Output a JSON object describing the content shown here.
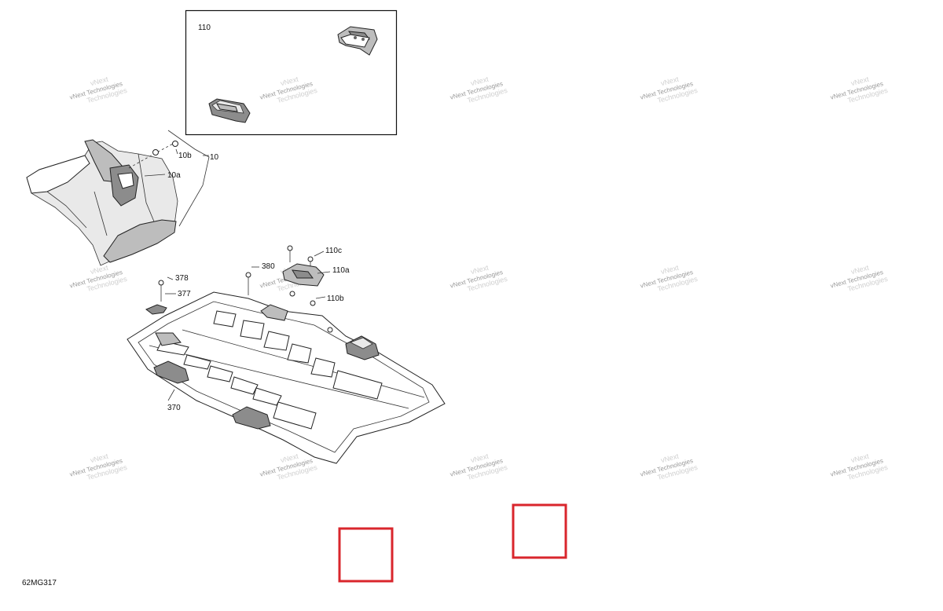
{
  "diagram": {
    "inset_label": "110",
    "figure_code": "62MG317",
    "callouts": {
      "c10": "10",
      "c10a": "10a",
      "c10b": "10b",
      "c110a": "110a",
      "c110b": "110b",
      "c110c": "110c",
      "c370": "370",
      "c377": "377",
      "c378": "378",
      "c380": "380"
    },
    "watermark": {
      "line1": "vNext",
      "line2": "vNext Technologies",
      "line3": "Technologies"
    },
    "highlight_color": "#d9262c"
  }
}
